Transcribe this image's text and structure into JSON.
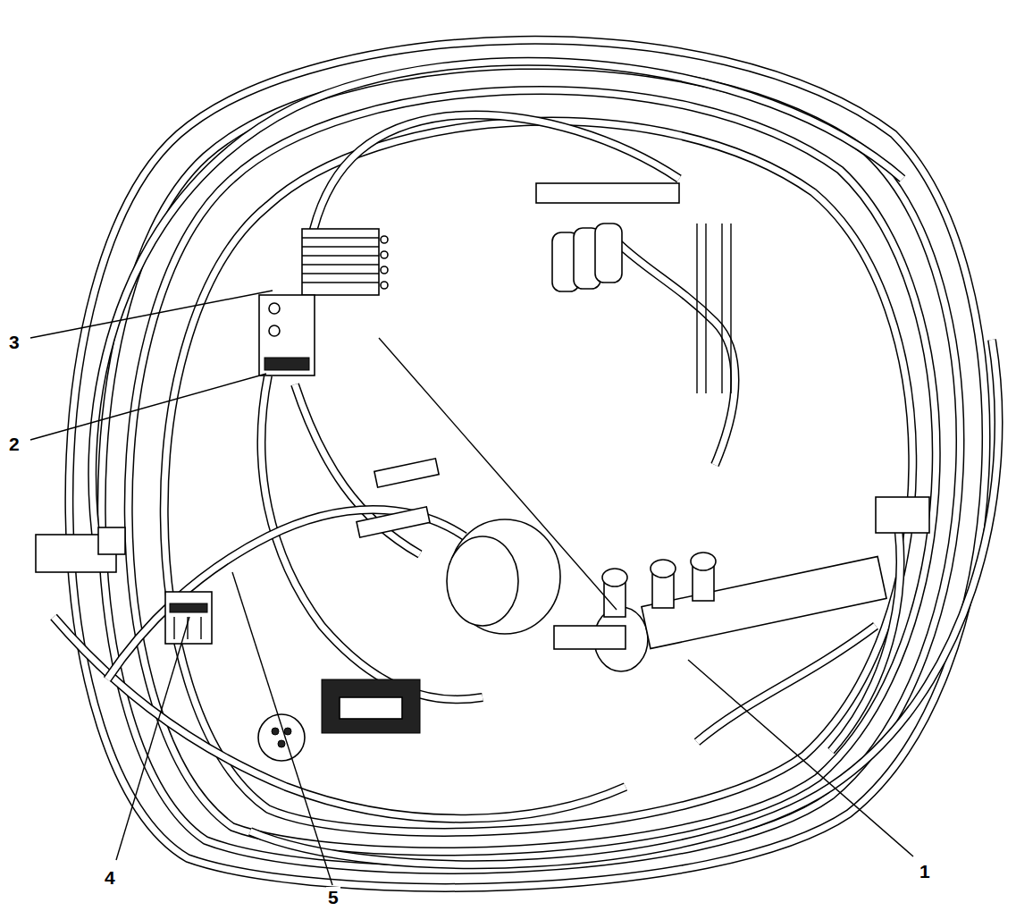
{
  "diagram": {
    "labels": [
      "3",
      "2",
      "1",
      "4",
      "5"
    ]
  }
}
